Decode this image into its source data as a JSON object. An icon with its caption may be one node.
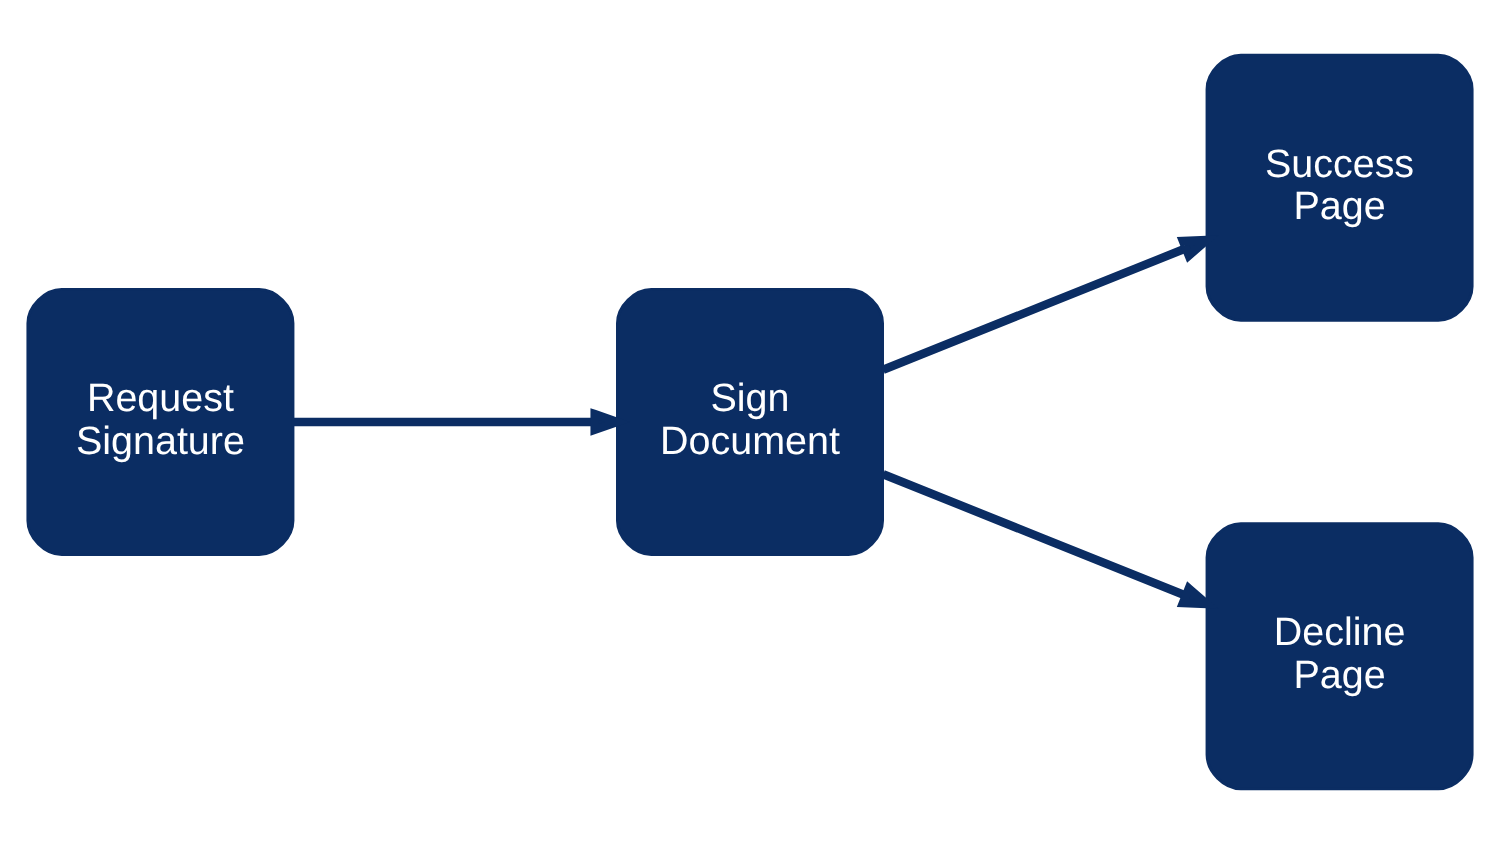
{
  "diagram": {
    "nodes": [
      {
        "text": [
          "Request Signature"
        ]
      },
      {
        "text": [
          "Sign Document"
        ]
      },
      {
        "text": [
          "Success Page"
        ]
      },
      {
        "text": [
          "Decline Page"
        ]
      }
    ],
    "edges": [
      {
        "from": 0,
        "to": 1,
        "arrow": "to"
      },
      {
        "from": 1,
        "to": 2,
        "arrow": "to"
      },
      {
        "from": 1,
        "to": 3,
        "arrow": "to"
      }
    ]
  }
}
